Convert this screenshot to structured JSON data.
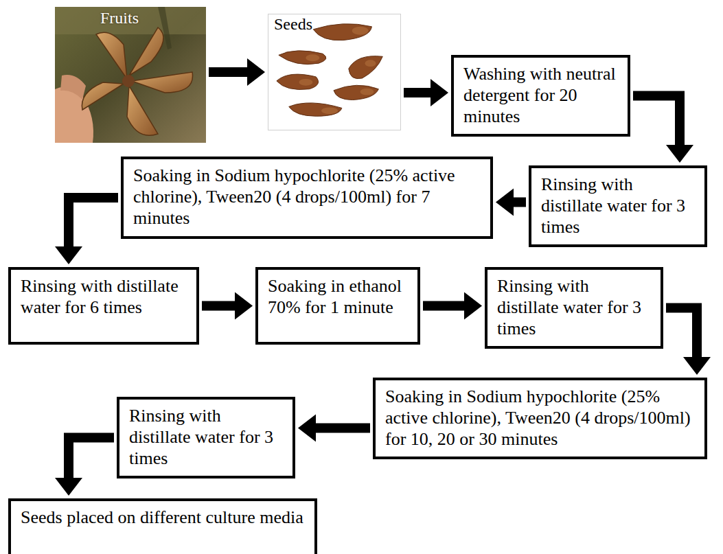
{
  "diagram": {
    "nodes": [
      {
        "text": [
          "Fruits"
        ]
      },
      {
        "text": [
          "Seeds"
        ]
      },
      {
        "text": [
          "Washing with neutral detergent for 20 minutes"
        ]
      },
      {
        "text": [
          "Rinsing with distillate water for 3 times"
        ]
      },
      {
        "text": [
          "Soaking in Sodium hypochlorite (25% active chlorine), Tween20 (4 drops/100ml) for 7 minutes"
        ]
      },
      {
        "text": [
          "Rinsing with distillate water for 6 times"
        ]
      },
      {
        "text": [
          "Soaking in ethanol 70% for 1 minute"
        ]
      },
      {
        "text": [
          "Rinsing with distillate water for 3 times"
        ]
      },
      {
        "text": [
          "Soaking in Sodium hypochlorite (25% active chlorine), Tween20 (4 drops/100ml) for 10, 20 or 30 minutes"
        ]
      },
      {
        "text": [
          "Rinsing with distillate water for 3 times"
        ]
      },
      {
        "text": [
          "Seeds placed on different culture media"
        ]
      }
    ],
    "edges": [
      {
        "from": 0,
        "to": 1,
        "arrow": "to"
      },
      {
        "from": 1,
        "to": 2,
        "arrow": "to"
      },
      {
        "from": 2,
        "to": 3,
        "arrow": "to"
      },
      {
        "from": 3,
        "to": 4,
        "arrow": "to"
      },
      {
        "from": 4,
        "to": 5,
        "arrow": "to"
      },
      {
        "from": 5,
        "to": 6,
        "arrow": "to"
      },
      {
        "from": 6,
        "to": 7,
        "arrow": "to"
      },
      {
        "from": 7,
        "to": 8,
        "arrow": "to"
      },
      {
        "from": 8,
        "to": 9,
        "arrow": "to"
      },
      {
        "from": 9,
        "to": 10,
        "arrow": "to"
      }
    ]
  }
}
